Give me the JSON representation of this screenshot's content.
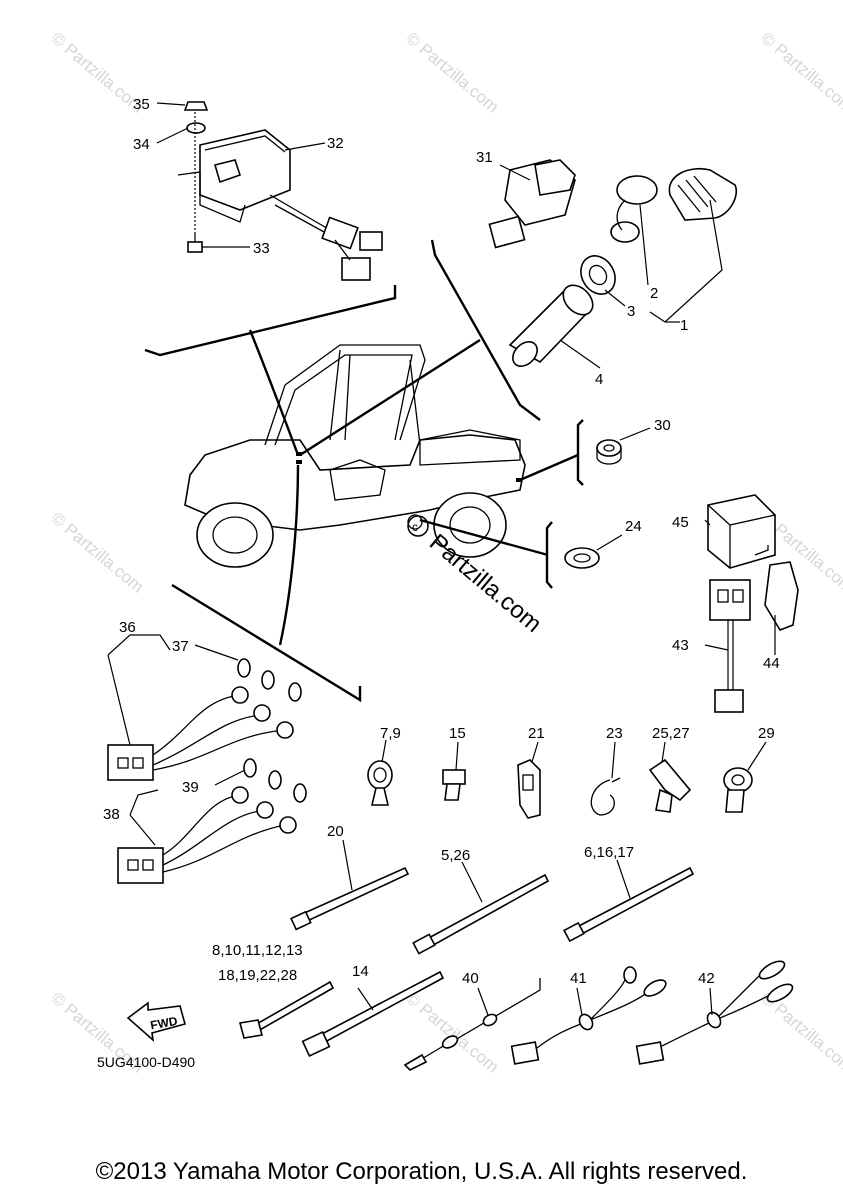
{
  "callouts": [
    {
      "id": "c1",
      "text": "1"
    },
    {
      "id": "c2",
      "text": "2"
    },
    {
      "id": "c3",
      "text": "3"
    },
    {
      "id": "c4",
      "text": "4"
    },
    {
      "id": "c14",
      "text": "14"
    },
    {
      "id": "c15",
      "text": "15"
    },
    {
      "id": "c20",
      "text": "20"
    },
    {
      "id": "c21",
      "text": "21"
    },
    {
      "id": "c23",
      "text": "23"
    },
    {
      "id": "c24",
      "text": "24"
    },
    {
      "id": "c29",
      "text": "29"
    },
    {
      "id": "c30",
      "text": "30"
    },
    {
      "id": "c31",
      "text": "31"
    },
    {
      "id": "c32",
      "text": "32"
    },
    {
      "id": "c33",
      "text": "33"
    },
    {
      "id": "c34",
      "text": "34"
    },
    {
      "id": "c35",
      "text": "35"
    },
    {
      "id": "c36",
      "text": "36"
    },
    {
      "id": "c37",
      "text": "37"
    },
    {
      "id": "c38",
      "text": "38"
    },
    {
      "id": "c39",
      "text": "39"
    },
    {
      "id": "c40",
      "text": "40"
    },
    {
      "id": "c41",
      "text": "41"
    },
    {
      "id": "c42",
      "text": "42"
    },
    {
      "id": "c43",
      "text": "43"
    },
    {
      "id": "c44",
      "text": "44"
    },
    {
      "id": "c45",
      "text": "45"
    },
    {
      "id": "c7_9",
      "text": "7,9"
    },
    {
      "id": "c25_27",
      "text": "25,27"
    },
    {
      "id": "c5_26",
      "text": "5,26"
    },
    {
      "id": "c6_16_17",
      "text": "6,16,17"
    },
    {
      "id": "c8_13",
      "text": "8,10,11,12,13"
    },
    {
      "id": "c18_28",
      "text": "18,19,22,28"
    }
  ],
  "fwd_label": "FWD",
  "diagram_code": "5UG4100-D490",
  "watermark_main": "Partzilla.com",
  "watermark_repeat": "© Partzilla.com",
  "copyright": "©2013 Yamaha Motor Corporation, U.S.A. All rights reserved."
}
